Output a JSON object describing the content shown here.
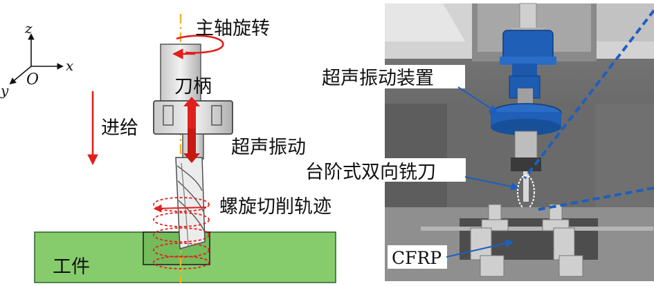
{
  "schematic": {
    "axes": {
      "z": "z",
      "x": "x",
      "y": "y",
      "origin": "O"
    },
    "labels": {
      "spindle_rotation": "主轴旋转",
      "tool_holder": "刀柄",
      "feed": "进给",
      "ultrasonic_vibration": "超声振动",
      "helical_path": "螺旋切削轨迹",
      "workpiece": "工件"
    },
    "colors": {
      "arrow_red": "#e0201c",
      "workpiece_green": "#86cc6c",
      "centerline": "#f0b323"
    }
  },
  "photo": {
    "labels": {
      "ultrasonic_device": "超声振动装置",
      "step_tool": "台阶式双向铣刀",
      "material": "CFRP"
    },
    "colors": {
      "device_blue": "#1f5fb8",
      "leader_blue": "#1c5fbf"
    }
  }
}
